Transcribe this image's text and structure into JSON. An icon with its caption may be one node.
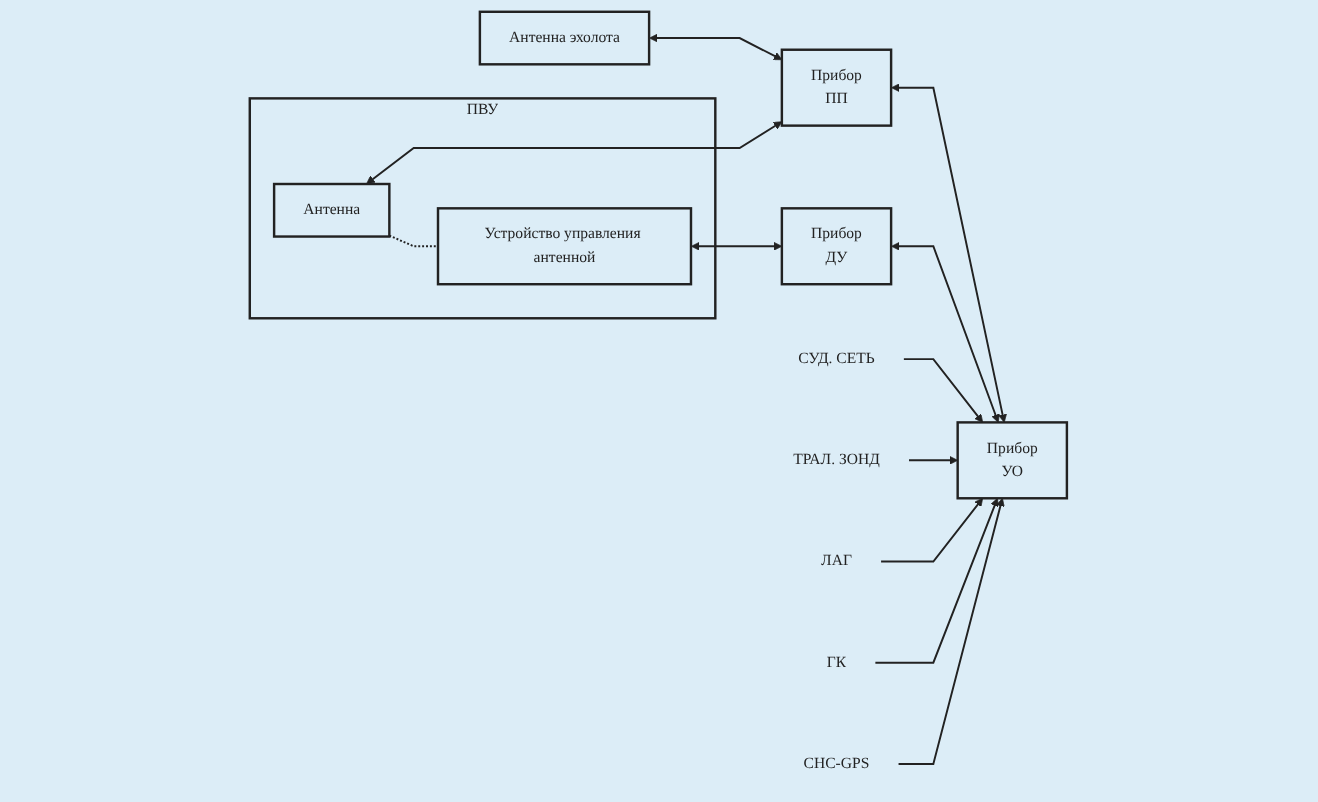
{
  "diagram": {
    "nodes": [
      {
        "text": [
          "Антенна эхолота"
        ]
      },
      {
        "text": [
          "Прибор",
          "ПП"
        ]
      },
      {
        "text": [
          "Прибор",
          "УО"
        ]
      },
      {
        "text": [
          "СУД. СЕТЬ"
        ]
      },
      {
        "text": [
          "ТРАЛ. ЗОНД"
        ]
      },
      {
        "text": [
          "ЛАГ"
        ]
      },
      {
        "text": [
          "ГК"
        ]
      },
      {
        "text": [
          "СНС-GPS"
        ]
      },
      {
        "text": [
          "ПВУ"
        ]
      },
      {
        "text": [
          "Антенна"
        ],
        "in": 8
      },
      {
        "text": [
          "Устройство управления антенной"
        ],
        "in": 8
      },
      {
        "text": [
          "Прибор",
          "ДУ"
        ]
      }
    ],
    "edges": [
      {
        "from": 0,
        "to": 1,
        "arrow": "both"
      },
      {
        "from": 1,
        "to": 2,
        "arrow": "both"
      },
      {
        "from": 9,
        "to": 1,
        "arrow": "both"
      },
      {
        "from": 10,
        "to": 11,
        "arrow": "both"
      },
      {
        "from": 11,
        "to": 2,
        "arrow": "both"
      },
      {
        "from": 3,
        "to": 2,
        "arrow": "to"
      },
      {
        "from": 4,
        "to": 2,
        "arrow": "to"
      },
      {
        "from": 5,
        "to": 2,
        "arrow": "to"
      },
      {
        "from": 6,
        "to": 2,
        "arrow": "to"
      },
      {
        "from": 7,
        "to": 2,
        "arrow": "to"
      },
      {
        "from": 9,
        "to": 10,
        "arrow": "none",
        "style": "dashed"
      }
    ]
  }
}
